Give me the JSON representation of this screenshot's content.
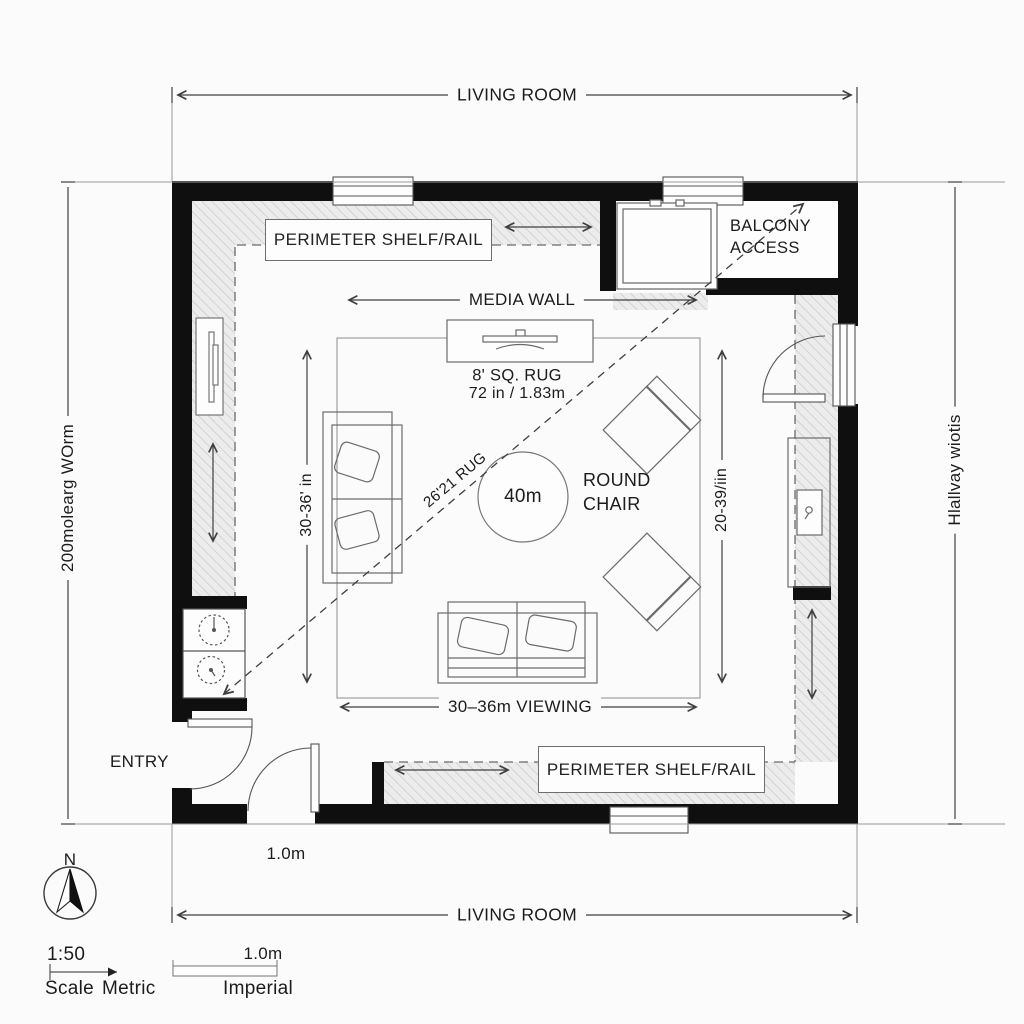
{
  "plan": {
    "room_name_top": "LIVING ROOM",
    "room_name_bottom": "LIVING ROOM",
    "perimeter_shelf_top": "PERIMETER SHELF/RAIL",
    "perimeter_shelf_bottom": "PERIMETER SHELF/RAIL",
    "balcony_access": "BALCONY ACCESS",
    "media_wall": "MEDIA WALL",
    "rug_size": "8' SQ. RUG",
    "rug_size_alt": "72 in / 1.83m",
    "rug_diagonal": "26'21 RUG",
    "round_chair": "ROUND CHAIR",
    "round_chair_diameter": "40m",
    "viewing_distance": "30–36m VIEWING",
    "dim_left_inner": "30-36' in",
    "dim_right_inner": "20-39/iin",
    "dim_left_outer": "200molearg WOrm",
    "dim_right_outer": "Hlallvay wiotis",
    "entry": "ENTRY",
    "entry_width": "1.0m"
  },
  "legend": {
    "north": "N",
    "scale_ratio": "1:50",
    "scale_label": "Scale",
    "metric_label": "Metric",
    "imperial_value": "1.0m",
    "imperial_label": "Imperial"
  },
  "icons": {
    "compass": "north-arrow-icon"
  },
  "colors": {
    "wall": "#0f0f0f",
    "line": "#4a4a4a",
    "furniture_line": "#6b6b6b",
    "hatch_bg": "#ececec",
    "hatch_line": "#c6c6c6",
    "text": "#1c1c1c",
    "background": "#fbfbfb"
  }
}
